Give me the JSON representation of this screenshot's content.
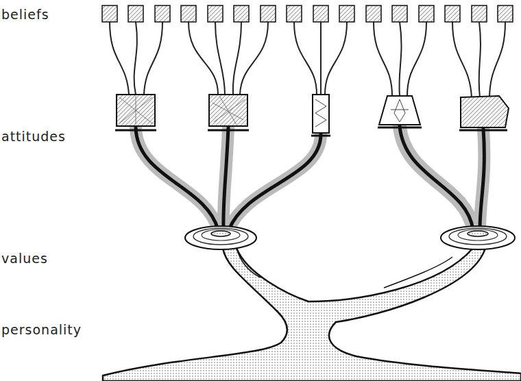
{
  "diagram": {
    "labels": [
      "beliefs",
      "attitudes",
      "values",
      "personality"
    ]
  }
}
